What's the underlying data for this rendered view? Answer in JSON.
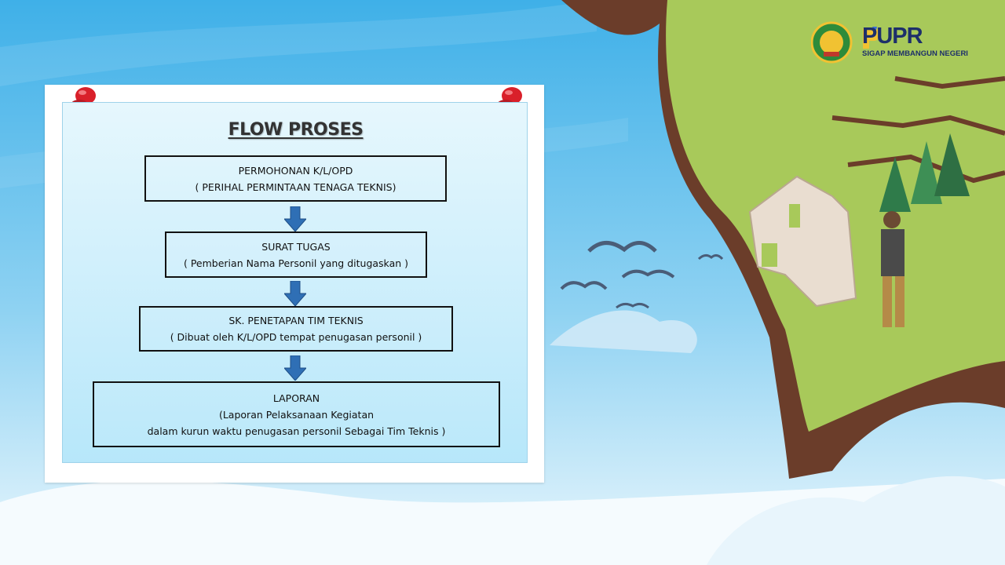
{
  "slide": {
    "title": "FLOW PROSES",
    "steps": [
      {
        "lines": [
          "PERMOHONAN K/L/OPD",
          "( PERIHAL PERMINTAAN  TENAGA TEKNIS)"
        ]
      },
      {
        "lines": [
          "SURAT TUGAS",
          "( Pemberian Nama Personil yang ditugaskan )"
        ]
      },
      {
        "lines": [
          "SK. PENETAPAN TIM TEKNIS",
          "( Dibuat oleh K/L/OPD tempat penugasan personil )"
        ]
      },
      {
        "lines": [
          "LAPORAN",
          "(Laporan Pelaksanaan Kegiatan",
          "dalam kurun waktu penugasan personil Sebagai Tim Teknis )"
        ]
      }
    ]
  },
  "branding": {
    "logo_text": "PUPR",
    "tagline": "SIGAP MEMBANGUN NEGERI"
  },
  "colors": {
    "sky": "#54b8e8",
    "arrow": "#2f6fb5",
    "grass": "#a5c85a",
    "cliff": "#6b3d2a",
    "pin": "#d9202a"
  }
}
